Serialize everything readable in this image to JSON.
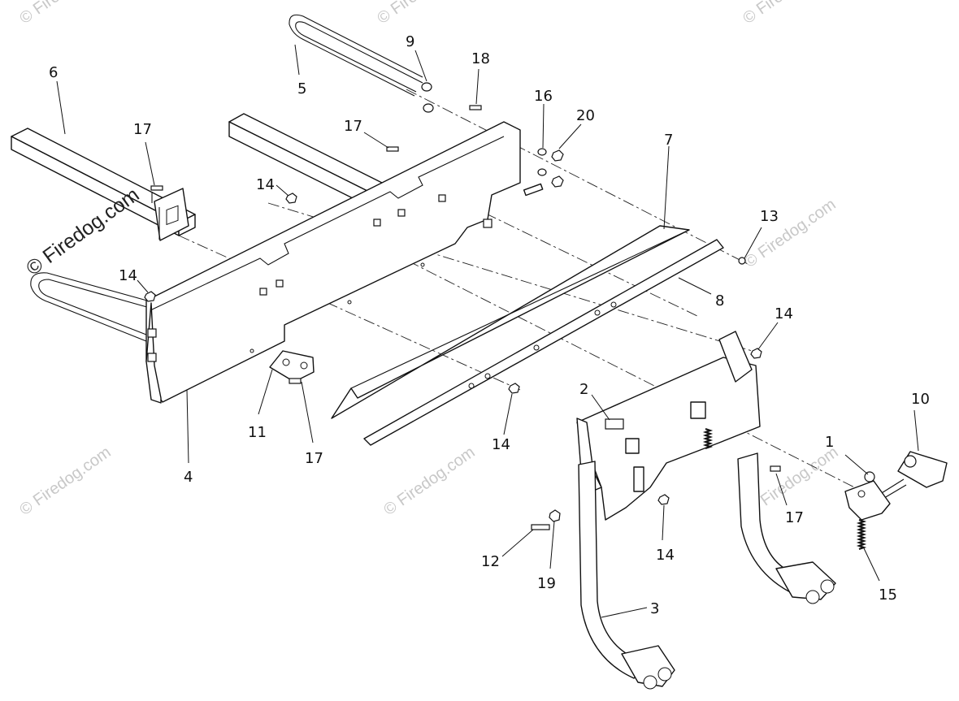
{
  "watermarks": {
    "main": "© Firedog.com",
    "faint": "© Firedog.com"
  },
  "callouts": [
    {
      "id": "c-6",
      "label": "6"
    },
    {
      "id": "c-5",
      "label": "5"
    },
    {
      "id": "c-9",
      "label": "9"
    },
    {
      "id": "c-18",
      "label": "18"
    },
    {
      "id": "c-16",
      "label": "16"
    },
    {
      "id": "c-20",
      "label": "20"
    },
    {
      "id": "c-17a",
      "label": "17"
    },
    {
      "id": "c-17b",
      "label": "17"
    },
    {
      "id": "c-7",
      "label": "7"
    },
    {
      "id": "c-14a",
      "label": "14"
    },
    {
      "id": "c-13",
      "label": "13"
    },
    {
      "id": "c-14b",
      "label": "14"
    },
    {
      "id": "c-8",
      "label": "8"
    },
    {
      "id": "c-14c",
      "label": "14"
    },
    {
      "id": "c-2",
      "label": "2"
    },
    {
      "id": "c-10",
      "label": "10"
    },
    {
      "id": "c-11",
      "label": "11"
    },
    {
      "id": "c-17c",
      "label": "17"
    },
    {
      "id": "c-14d",
      "label": "14"
    },
    {
      "id": "c-1",
      "label": "1"
    },
    {
      "id": "c-4",
      "label": "4"
    },
    {
      "id": "c-17d",
      "label": "17"
    },
    {
      "id": "c-12",
      "label": "12"
    },
    {
      "id": "c-14e",
      "label": "14"
    },
    {
      "id": "c-19",
      "label": "19"
    },
    {
      "id": "c-15",
      "label": "15"
    },
    {
      "id": "c-3",
      "label": "3"
    }
  ]
}
